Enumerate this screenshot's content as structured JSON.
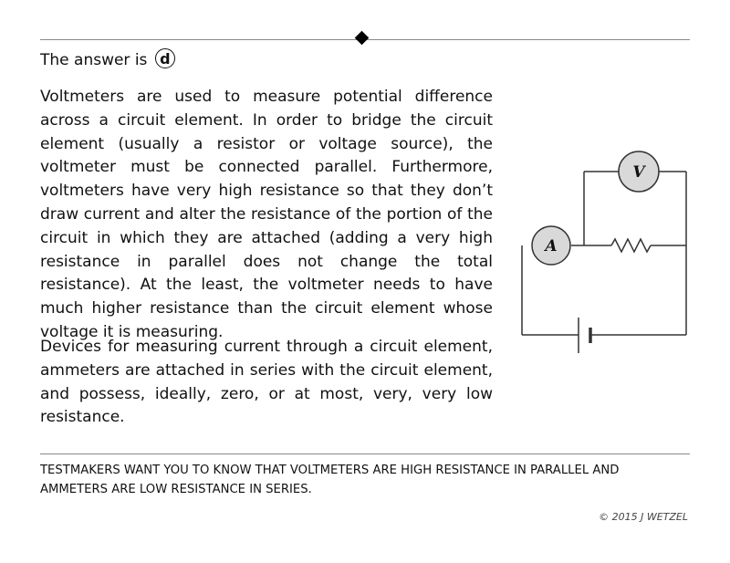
{
  "answer": {
    "prefix": "The answer is",
    "letter": "d"
  },
  "explanation": {
    "paragraph1": "Voltmeters are used to measure potential difference across a circuit element.  In order to bridge the circuit element (usually a resistor or voltage source), the voltmeter must be connected parallel.  Furthermore, voltmeters have very high resistance so that they don’t draw current and alter the resistance of the portion of the circuit in which they are attached (adding a very high resistance in parallel does not change the total resistance).  At the least, the voltmeter needs to have much higher resistance than the circuit element whose voltage it is measuring.",
    "paragraph2": "Devices for measuring current through a circuit element, ammeters are attached in series with the circuit ele­ment, and possess, ideally, zero, or at most, very, very low resistance."
  },
  "circuit": {
    "voltmeter_label": "V",
    "ammeter_label": "A"
  },
  "footer": {
    "note": "TESTMAKERS WANT YOU TO KNOW THAT VOLTMETERS ARE HIGH RESISTANCE IN PARALLEL AND AMMETERS ARE LOW RESISTANCE IN SERIES.",
    "copyright": "© 2015 J WETZEL"
  }
}
